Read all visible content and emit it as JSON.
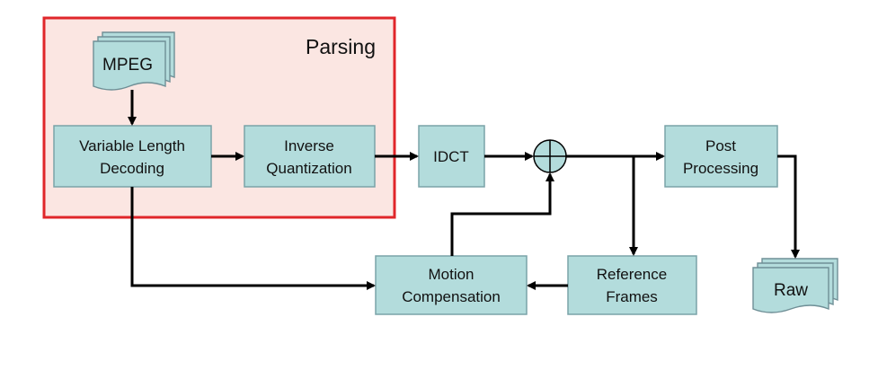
{
  "colors": {
    "box_fill": "#b3dcdc",
    "parsing_fill": "#fbe6e2",
    "parsing_border": "#e0262a",
    "arrow": "#000000"
  },
  "parsing": {
    "label": "Parsing"
  },
  "input_doc": {
    "label": "MPEG"
  },
  "output_doc": {
    "label": "Raw"
  },
  "blocks": {
    "vld": {
      "line1": "Variable Length",
      "line2": "Decoding"
    },
    "iq": {
      "line1": "Inverse",
      "line2": "Quantization"
    },
    "idct": {
      "label": "IDCT"
    },
    "post": {
      "line1": "Post",
      "line2": "Processing"
    },
    "mc": {
      "line1": "Motion",
      "line2": "Compensation"
    },
    "ref": {
      "line1": "Reference",
      "line2": "Frames"
    }
  }
}
